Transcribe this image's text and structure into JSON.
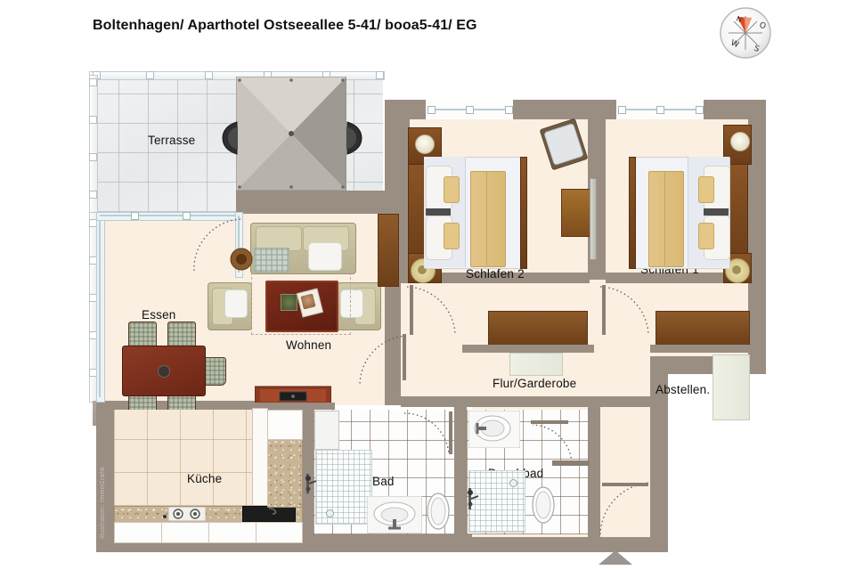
{
  "header": {
    "title": "Boltenhagen/ Aparthotel Ostseeallee 5-41/ booa5-41/ EG"
  },
  "compass": {
    "name": "compass-rose",
    "north": "N",
    "east": "O",
    "south": "S",
    "west": "W"
  },
  "floorplan": {
    "watermark": "illustration: ImmoGrafik",
    "entrance_marker": "entrance-arrow",
    "wall_color": "#9a8d82",
    "floor_color": "#faefe1",
    "rooms": [
      {
        "id": "terrasse",
        "label": "Terrasse"
      },
      {
        "id": "essen",
        "label": "Essen"
      },
      {
        "id": "wohnen",
        "label": "Wohnen"
      },
      {
        "id": "kueche",
        "label": "Küche"
      },
      {
        "id": "bad",
        "label": "Bad"
      },
      {
        "id": "duschbad",
        "label": "Duschbad"
      },
      {
        "id": "flur-garderobe",
        "label": "Flur/Garderobe"
      },
      {
        "id": "schlafen-2",
        "label": "Schlafen 2"
      },
      {
        "id": "schlafen-1",
        "label": "Schlafen 1"
      },
      {
        "id": "abstellen",
        "label": "Abstellen."
      }
    ]
  }
}
